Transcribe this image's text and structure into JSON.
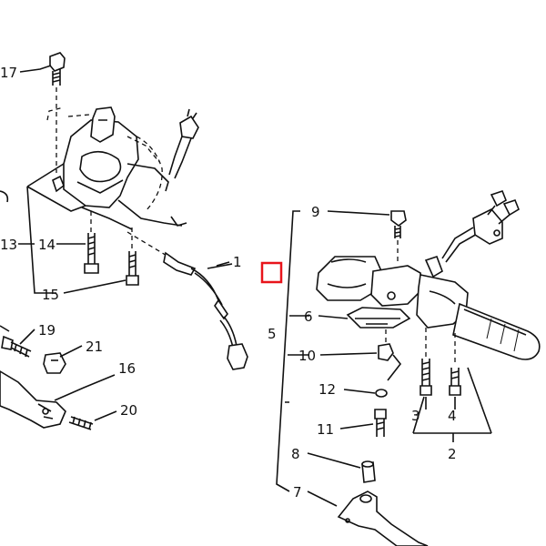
{
  "diagram": {
    "callouts": {
      "c1": "1",
      "c2": "2",
      "c3": "3",
      "c4": "4",
      "c5": "5",
      "c6": "6",
      "c7": "7",
      "c8": "8",
      "c9": "9",
      "c10": "10",
      "c11": "11",
      "c12": "12",
      "c13": "13",
      "c14": "14",
      "c15": "15",
      "c16": "16",
      "c17": "17",
      "c19": "19",
      "c20": "20",
      "c21": "21"
    },
    "highlight_color": "#e8141b",
    "line_color": "#111111"
  }
}
